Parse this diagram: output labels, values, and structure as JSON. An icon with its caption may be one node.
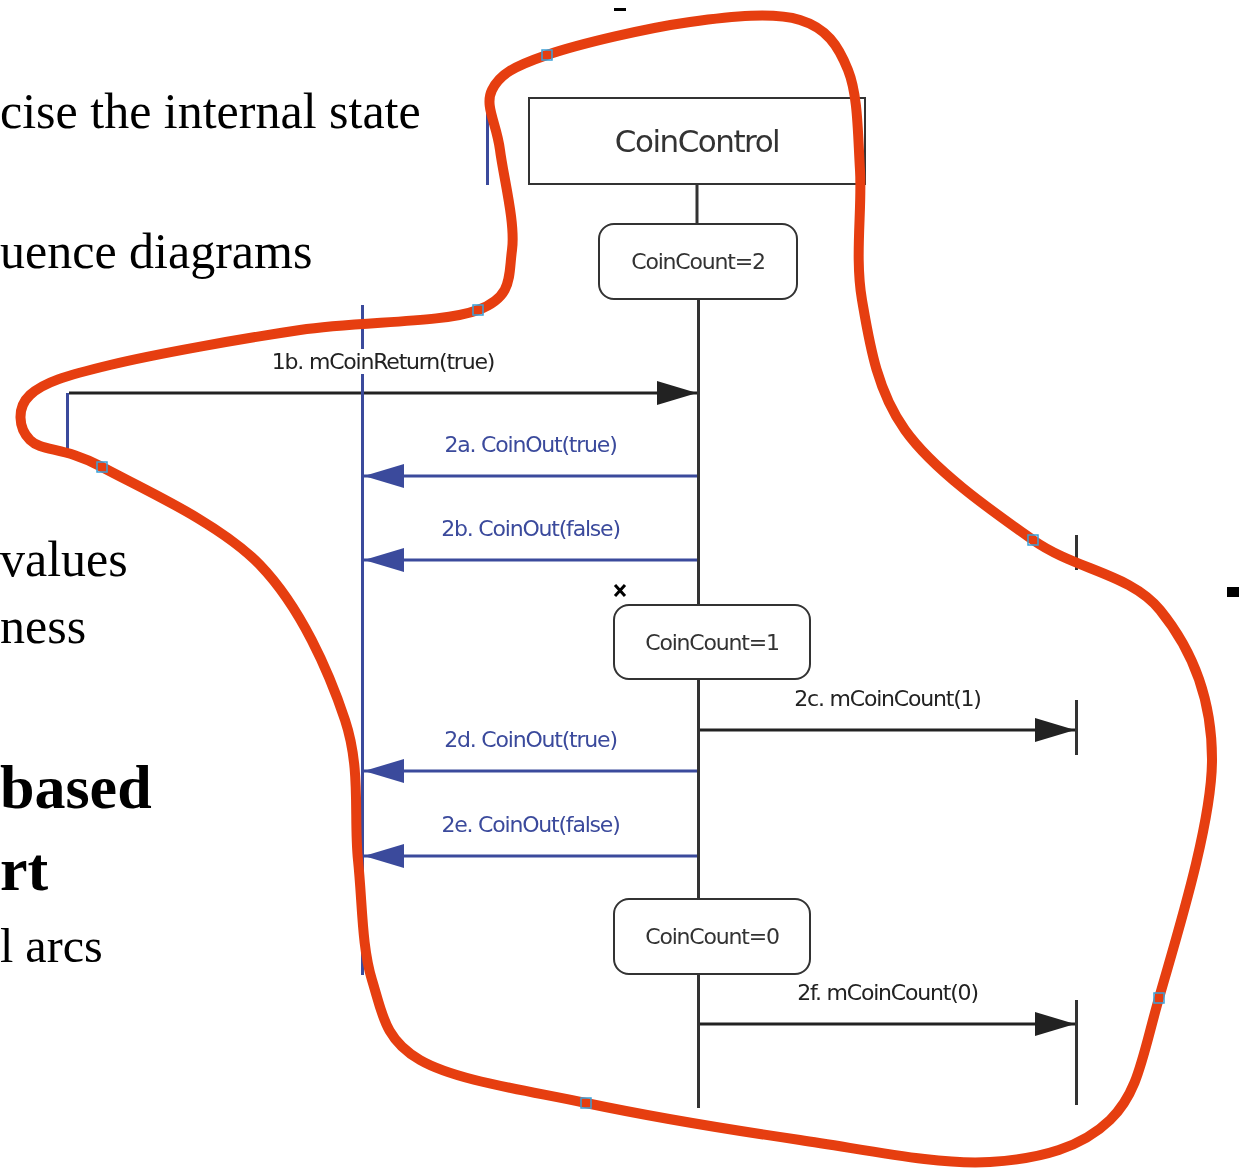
{
  "diagram": {
    "nodes": [
      {
        "text": [
          "CoinControl"
        ]
      },
      {
        "text": [
          "CoinCount=2"
        ]
      },
      {
        "text": [
          "CoinCount=1"
        ]
      },
      {
        "text": [
          "CoinCount=0"
        ]
      },
      {
        "text": [],
        "shape": "bar"
      },
      {
        "text": [],
        "shape": "bar"
      },
      {
        "text": [],
        "shape": "bar"
      },
      {
        "text": [],
        "shape": "bar"
      },
      {
        "text": [],
        "shape": "bar"
      },
      {
        "text": [],
        "shape": "bar"
      }
    ],
    "edges": [
      {
        "from": 7,
        "to": 4,
        "arrow": "to",
        "label": "1b. mCoinReturn(true)",
        "color": "#222222"
      },
      {
        "from": 4,
        "to": 8,
        "arrow": "to",
        "label": "2a. CoinOut(true)",
        "color": "#3b4a9c"
      },
      {
        "from": 4,
        "to": 8,
        "arrow": "to",
        "label": "2b. CoinOut(false)",
        "color": "#3b4a9c"
      },
      {
        "from": 5,
        "to": 9,
        "arrow": "to",
        "label": "2c. mCoinCount(1)",
        "color": "#222222"
      },
      {
        "from": 5,
        "to": 8,
        "arrow": "to",
        "label": "2d. CoinOut(true)",
        "color": "#3b4a9c"
      },
      {
        "from": 5,
        "to": 8,
        "arrow": "to",
        "label": "2e. CoinOut(false)",
        "color": "#3b4a9c"
      },
      {
        "from": 6,
        "to": 9,
        "arrow": "to",
        "label": "2f. mCoinCount(0)",
        "color": "#222222"
      },
      {
        "from": 0,
        "to": 1,
        "arrow": "none",
        "color": "#333333"
      }
    ],
    "labels": [
      "cise the internal state",
      "uence diagrams",
      "values",
      "ness",
      "based",
      "rt",
      "l arcs"
    ]
  }
}
